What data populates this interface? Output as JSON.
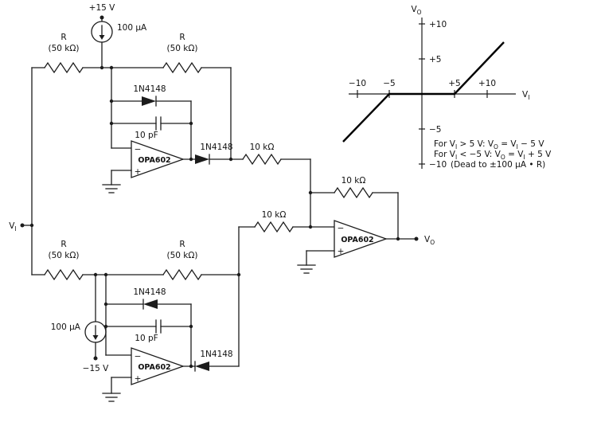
{
  "input_terminal": {
    "v": "V",
    "sub": "I"
  },
  "output_terminal": {
    "v": "V",
    "sub": "O"
  },
  "stage_top": {
    "supply": "+15 V",
    "current": "100 µA",
    "r_left_name": "R",
    "r_left_value": "(50 kΩ)",
    "r_right_name": "R",
    "r_right_value": "(50 kΩ)",
    "feedback_diode": "1N4148",
    "cap": "10 pF",
    "opamp": "OPA602",
    "minus": "−",
    "plus": "+",
    "output_diode": "1N4148",
    "summing_resistor": "10 kΩ"
  },
  "stage_bottom": {
    "supply": "−15 V",
    "current": "100 µA",
    "r_left_name": "R",
    "r_left_value": "(50 kΩ)",
    "r_right_name": "R",
    "r_right_value": "(50 kΩ)",
    "feedback_diode": "1N4148",
    "cap": "10 pF",
    "opamp": "OPA602",
    "minus": "−",
    "plus": "+",
    "output_diode": "1N4148",
    "summing_resistor": "10 kΩ"
  },
  "output_stage": {
    "feedback_resistor": "10 kΩ",
    "opamp": "OPA602",
    "minus": "−",
    "plus": "+"
  },
  "graph": {
    "type": "line",
    "y_axis": {
      "v": "V",
      "sub": "O"
    },
    "x_axis": {
      "v": "V",
      "sub": "I"
    },
    "y_ticks": [
      "+10",
      "+5",
      "−5",
      "−10"
    ],
    "x_ticks": [
      "−10",
      "−5",
      "+5",
      "+10"
    ],
    "x_range": [
      -10,
      10
    ],
    "y_range": [
      -10,
      10
    ],
    "curve_points_vi_vo": [
      [
        -12,
        -7
      ],
      [
        -5,
        0
      ],
      [
        5,
        0
      ],
      [
        12,
        7
      ]
    ],
    "formula1": [
      "For V",
      "I",
      " > 5 V:  V",
      "O",
      " = V",
      "I",
      " − 5 V"
    ],
    "formula2": [
      "For V",
      "I",
      " < −5 V:  V",
      "O",
      " = V",
      "I",
      " + 5 V"
    ],
    "formula3": "(Dead to ±100 µA • R)"
  }
}
